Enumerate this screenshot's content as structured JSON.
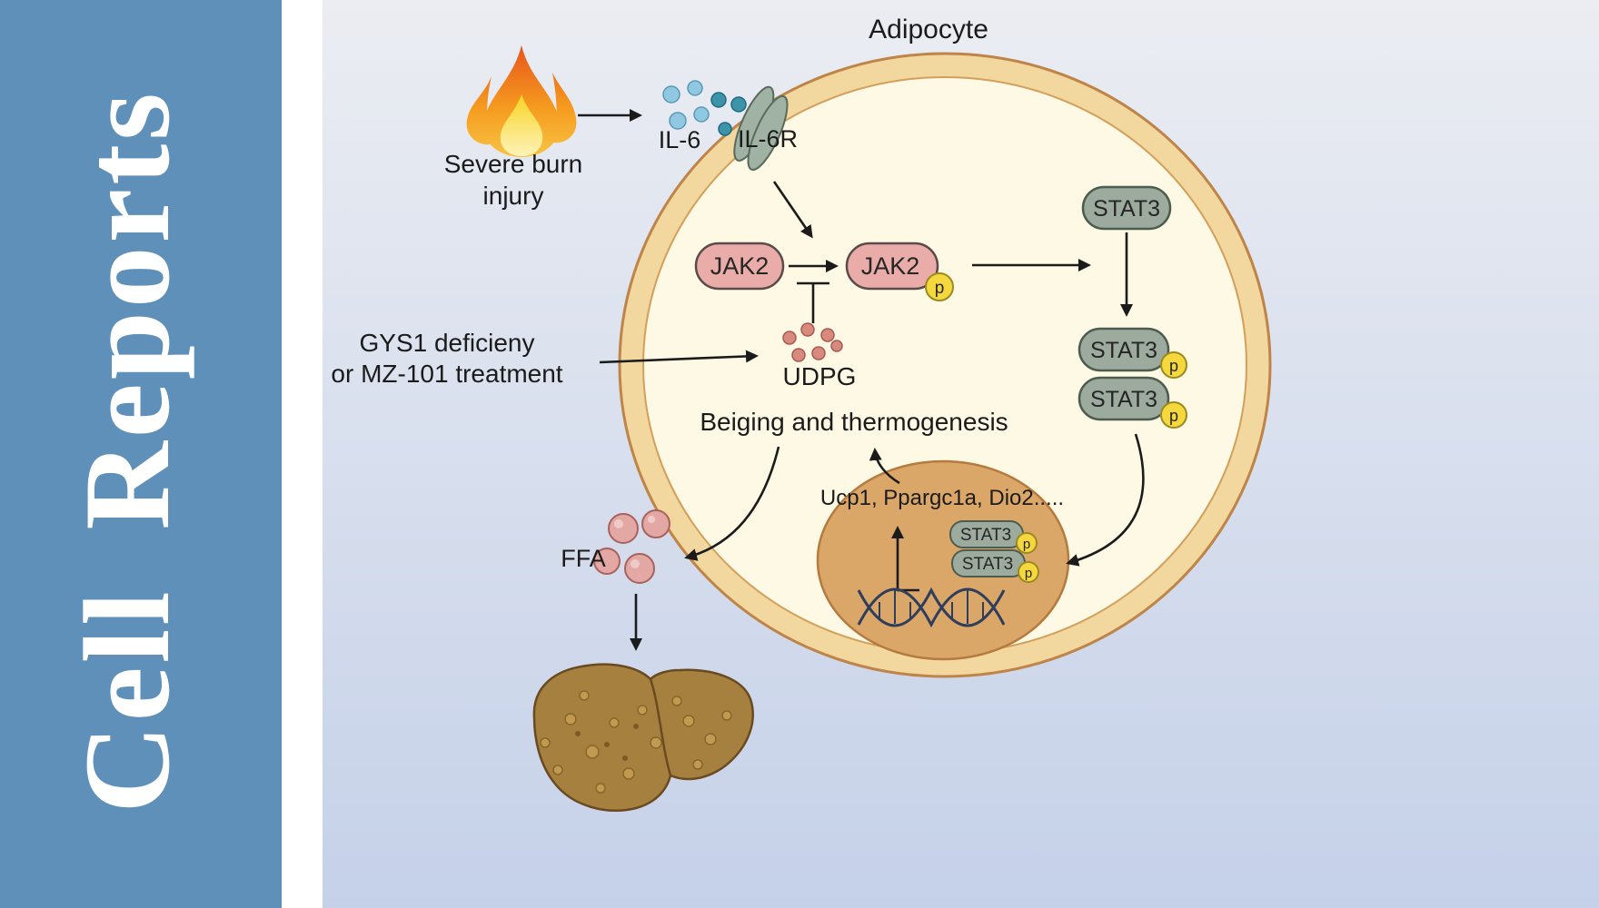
{
  "journal": {
    "name": "Cell Reports"
  },
  "figure": {
    "title": "Adipocyte",
    "burn": {
      "line1": "Severe burn",
      "line2": "injury"
    },
    "il6_label": "IL-6",
    "il6r_label": "IL-6R",
    "jak2_label": "JAK2",
    "stat3_label": "STAT3",
    "phospho_label": "p",
    "intervention": {
      "line1": "GYS1 deficieny",
      "line2": "or MZ-101 treatment"
    },
    "udpg_label": "UDPG",
    "beiging_label": "Beiging and thermogenesis",
    "genes_label": "Ucp1, Ppargc1a, Dio2.....",
    "ffa_label": "FFA"
  },
  "colors": {
    "sidebar_blue": "#5E90BA",
    "membrane": "#F2D79E",
    "cytoplasm": "#FDF9E5",
    "nucleus": "#DBA768",
    "jak2_pink": "#E9ACA8",
    "stat3_green": "#9CAB9D",
    "phospho_yellow": "#F5D73E",
    "il6_blue": "#8FC8E0",
    "il6_teal": "#3D93A8",
    "udpg_salmon": "#D98A7E",
    "ffa_pink": "#E4A8A4",
    "liver_brown": "#A5803F",
    "fire_orange": "#F59E0B",
    "bg_top": "#EBEDF2",
    "bg_bottom": "#C5D1E9"
  }
}
